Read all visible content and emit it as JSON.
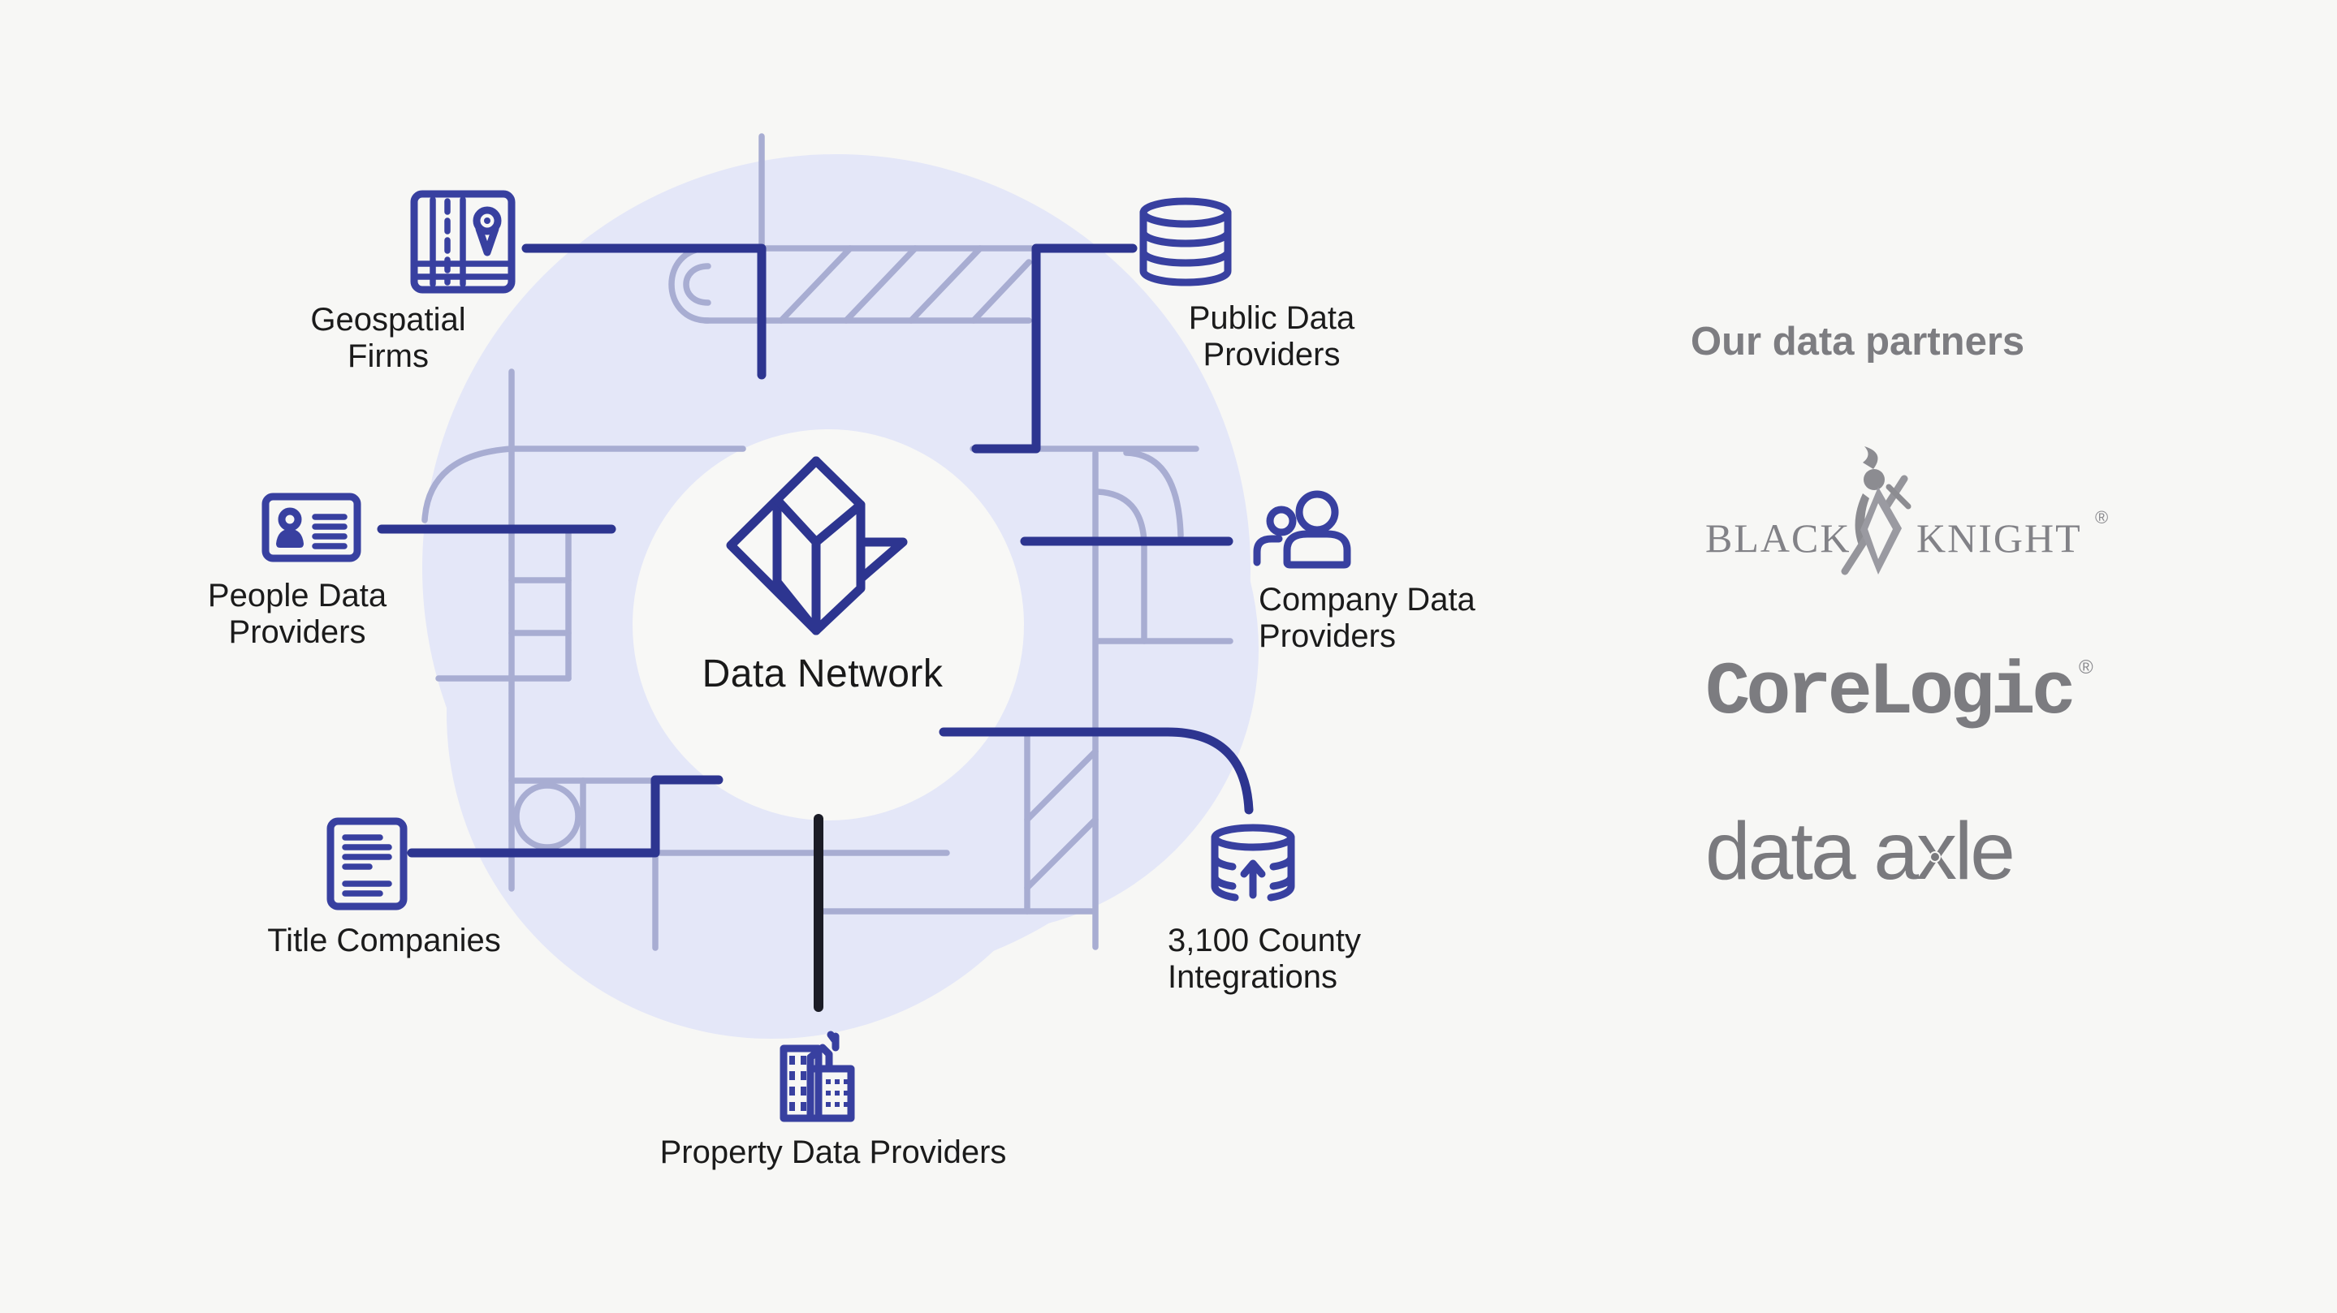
{
  "diagram": {
    "center_label": "Data Network",
    "center_logo": "cherre-diamond-logo",
    "nodes": [
      {
        "id": "geospatial-firms",
        "icon": "map-location-icon",
        "label_lines": [
          "Geospatial",
          "Firms"
        ]
      },
      {
        "id": "public-data-providers",
        "icon": "database-icon",
        "label_lines": [
          "Public Data",
          "Providers"
        ]
      },
      {
        "id": "people-data-providers",
        "icon": "id-card-icon",
        "label_lines": [
          "People Data",
          "Providers"
        ]
      },
      {
        "id": "company-data-providers",
        "icon": "people-icon",
        "label_lines": [
          "Company Data",
          "Providers"
        ]
      },
      {
        "id": "title-companies",
        "icon": "document-icon",
        "label_lines": [
          "Title Companies"
        ]
      },
      {
        "id": "county-integrations",
        "icon": "database-upload-icon",
        "label_lines": [
          "3,100 County",
          "Integrations"
        ]
      },
      {
        "id": "property-data-providers",
        "icon": "buildings-icon",
        "label_lines": [
          "Property Data Providers"
        ]
      }
    ]
  },
  "partners": {
    "heading": "Our data partners",
    "black_knight": {
      "name": "Black Knight",
      "word_left": "BLACK",
      "word_right": "KNIGHT",
      "registered": "®"
    },
    "corelogic": {
      "name": "CoreLogic",
      "text": "CoreLogic",
      "registered": "®"
    },
    "data_axle": {
      "name": "data axle",
      "text": "data axle"
    }
  },
  "colors": {
    "background": "#F7F7F5",
    "circle_fill": "#E4E7F8",
    "inner_circle_fill": "#F8F8F6",
    "maze_light": "#A8ADD2",
    "connector_dark": "#2D3590",
    "connector_black": "#1B1C26",
    "icon_blue": "#3840A0",
    "label_text": "#1B1B1B",
    "partner_gray": "#7D7D81"
  }
}
